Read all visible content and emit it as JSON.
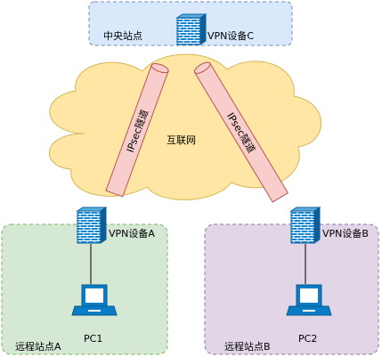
{
  "center_site": {
    "label": "中央站点",
    "device_label": "VPN设备C"
  },
  "internet": {
    "label": "互联网"
  },
  "tunnels": [
    {
      "label": "IPsec隧道"
    },
    {
      "label": "IPsec隧道"
    }
  ],
  "site_a": {
    "label": "远程站点A",
    "device_label": "VPN设备A",
    "pc_label": "PC1"
  },
  "site_b": {
    "label": "远程站点B",
    "device_label": "VPN设备B",
    "pc_label": "PC2"
  },
  "colors": {
    "center_fill": "#dae8fc",
    "center_stroke": "#6c8ebf",
    "cloud_fill": "#ffe6a5",
    "cloud_stroke": "#d6b656",
    "tunnel_fill": "#f8cecc",
    "tunnel_stroke": "#b85450",
    "site_a_fill": "#d5e8d4",
    "site_a_stroke": "#82b366",
    "site_b_fill": "#e1d5e7",
    "site_b_stroke": "#9673a6",
    "device_blue": "#0a7cc6"
  }
}
